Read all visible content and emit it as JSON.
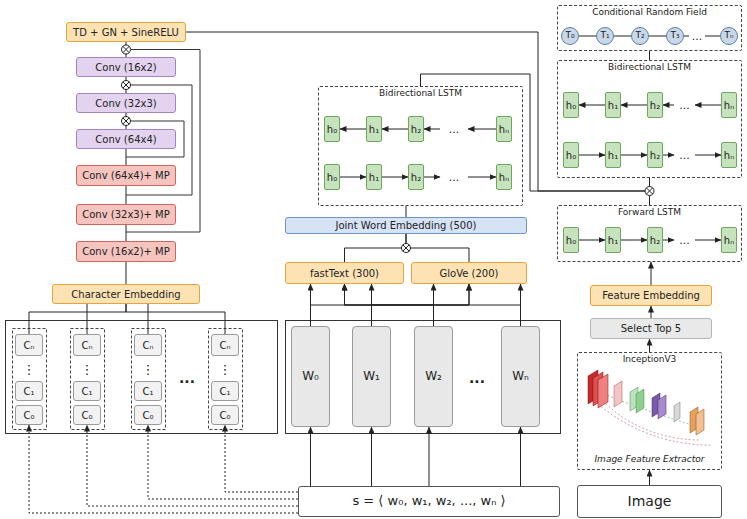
{
  "diagram": {
    "nodes": [
      {
        "text": [
          "TD + GN + SineRELU"
        ]
      },
      {
        "text": [
          "Conv (16x2)"
        ]
      },
      {
        "text": [
          "Conv (32x3)"
        ]
      },
      {
        "text": [
          "Conv (64x4)"
        ]
      },
      {
        "text": [
          "Conv (64x4)+ MP"
        ]
      },
      {
        "text": [
          "Conv (32x3)+ MP"
        ]
      },
      {
        "text": [
          "Conv (16x2)+ MP"
        ]
      },
      {
        "text": [
          "Character Embedding"
        ]
      },
      {
        "text": [
          "Cₙ"
        ]
      },
      {
        "text": [
          "C₁"
        ]
      },
      {
        "text": [
          "C₀"
        ]
      },
      {
        "text": [
          "Cₙ"
        ]
      },
      {
        "text": [
          "C₁"
        ]
      },
      {
        "text": [
          "C₀"
        ]
      },
      {
        "text": [
          "Cₙ"
        ]
      },
      {
        "text": [
          "C₁"
        ]
      },
      {
        "text": [
          "C₀"
        ]
      },
      {
        "text": [
          "Cₙ"
        ]
      },
      {
        "text": [
          "C₁"
        ]
      },
      {
        "text": [
          "C₀"
        ]
      },
      {
        "text": [
          "Bidirectional LSTM"
        ]
      },
      {
        "text": [
          "h₀"
        ],
        "in": 20
      },
      {
        "text": [
          "h₁"
        ],
        "in": 20
      },
      {
        "text": [
          "h₂"
        ],
        "in": 20
      },
      {
        "text": [
          "hₙ"
        ],
        "in": 20
      },
      {
        "text": [
          "h₀"
        ],
        "in": 20
      },
      {
        "text": [
          "h₁"
        ],
        "in": 20
      },
      {
        "text": [
          "h₂"
        ],
        "in": 20
      },
      {
        "text": [
          "hₙ"
        ],
        "in": 20
      },
      {
        "text": [
          "Joint Word Embedding (500)"
        ]
      },
      {
        "text": [
          "fastText (300)"
        ]
      },
      {
        "text": [
          "GloVe (200)"
        ]
      },
      {
        "text": [
          "W₀"
        ]
      },
      {
        "text": [
          "W₁"
        ]
      },
      {
        "text": [
          "W₂"
        ]
      },
      {
        "text": [
          "Wₙ"
        ]
      },
      {
        "text": [
          "s = ⟨ w₀, w₁, w₂, ..., wₙ ⟩"
        ]
      },
      {
        "text": [
          "Conditional Random Field"
        ]
      },
      {
        "text": [
          "T₀"
        ],
        "in": 37
      },
      {
        "text": [
          "T₁"
        ],
        "in": 37
      },
      {
        "text": [
          "T₂"
        ],
        "in": 37
      },
      {
        "text": [
          "T₃"
        ],
        "in": 37
      },
      {
        "text": [
          "Tₙ"
        ],
        "in": 37
      },
      {
        "text": [
          "Bidirectional LSTM"
        ]
      },
      {
        "text": [
          "h₀"
        ],
        "in": 43
      },
      {
        "text": [
          "h₁"
        ],
        "in": 43
      },
      {
        "text": [
          "h₂"
        ],
        "in": 43
      },
      {
        "text": [
          "hₙ"
        ],
        "in": 43
      },
      {
        "text": [
          "h₀"
        ],
        "in": 43
      },
      {
        "text": [
          "h₁"
        ],
        "in": 43
      },
      {
        "text": [
          "h₂"
        ],
        "in": 43
      },
      {
        "text": [
          "hₙ"
        ],
        "in": 43
      },
      {
        "text": [
          "Forward LSTM"
        ]
      },
      {
        "text": [
          "h₀"
        ],
        "in": 52
      },
      {
        "text": [
          "h₁"
        ],
        "in": 52
      },
      {
        "text": [
          "h₂"
        ],
        "in": 52
      },
      {
        "text": [
          "hₙ"
        ],
        "in": 52
      },
      {
        "text": [
          "Feature Embedding"
        ]
      },
      {
        "text": [
          "Select Top 5"
        ]
      },
      {
        "text": [
          "InceptionV3",
          "Image Feature Extractor"
        ]
      },
      {
        "text": [
          "Image"
        ]
      }
    ],
    "edges": [
      {
        "from": 7,
        "to": 6,
        "arrow": "none"
      },
      {
        "from": 6,
        "to": 5,
        "arrow": "none"
      },
      {
        "from": 5,
        "to": 4,
        "arrow": "none"
      },
      {
        "from": 4,
        "to": 3,
        "arrow": "none"
      },
      {
        "from": 3,
        "to": 2,
        "arrow": "none"
      },
      {
        "from": 2,
        "to": 1,
        "arrow": "none"
      },
      {
        "from": 1,
        "to": 0,
        "arrow": "none"
      },
      {
        "from": 8,
        "to": 7,
        "arrow": "none"
      },
      {
        "from": 11,
        "to": 7,
        "arrow": "none"
      },
      {
        "from": 14,
        "to": 7,
        "arrow": "none"
      },
      {
        "from": 17,
        "to": 7,
        "arrow": "none"
      },
      {
        "from": 36,
        "to": 10,
        "arrow": "to"
      },
      {
        "from": 36,
        "to": 13,
        "arrow": "to"
      },
      {
        "from": 36,
        "to": 16,
        "arrow": "to"
      },
      {
        "from": 36,
        "to": 19,
        "arrow": "to"
      },
      {
        "from": 36,
        "to": 32,
        "arrow": "to"
      },
      {
        "from": 36,
        "to": 33,
        "arrow": "to"
      },
      {
        "from": 36,
        "to": 34,
        "arrow": "to"
      },
      {
        "from": 36,
        "to": 35,
        "arrow": "to"
      },
      {
        "from": 32,
        "to": 30,
        "arrow": "to"
      },
      {
        "from": 32,
        "to": 31,
        "arrow": "to"
      },
      {
        "from": 33,
        "to": 30,
        "arrow": "to"
      },
      {
        "from": 33,
        "to": 31,
        "arrow": "to"
      },
      {
        "from": 34,
        "to": 30,
        "arrow": "to"
      },
      {
        "from": 34,
        "to": 31,
        "arrow": "to"
      },
      {
        "from": 35,
        "to": 30,
        "arrow": "to"
      },
      {
        "from": 35,
        "to": 31,
        "arrow": "to"
      },
      {
        "from": 30,
        "to": 29,
        "arrow": "none"
      },
      {
        "from": 31,
        "to": 29,
        "arrow": "none"
      },
      {
        "from": 29,
        "to": 20,
        "arrow": "none"
      },
      {
        "from": 0,
        "to": 43,
        "arrow": "none"
      },
      {
        "from": 20,
        "to": 43,
        "arrow": "none"
      },
      {
        "from": 52,
        "to": 43,
        "arrow": "none"
      },
      {
        "from": 43,
        "to": 37,
        "arrow": "none"
      },
      {
        "from": 60,
        "to": 59,
        "arrow": "to"
      },
      {
        "from": 59,
        "to": 58,
        "arrow": "to"
      },
      {
        "from": 58,
        "to": 57,
        "arrow": "to"
      },
      {
        "from": 57,
        "to": 52,
        "arrow": "to"
      },
      {
        "from": 22,
        "to": 21,
        "arrow": "to"
      },
      {
        "from": 23,
        "to": 22,
        "arrow": "to"
      },
      {
        "from": 25,
        "to": 26,
        "arrow": "to"
      },
      {
        "from": 26,
        "to": 27,
        "arrow": "to"
      },
      {
        "from": 45,
        "to": 44,
        "arrow": "to"
      },
      {
        "from": 46,
        "to": 45,
        "arrow": "to"
      },
      {
        "from": 48,
        "to": 49,
        "arrow": "to"
      },
      {
        "from": 49,
        "to": 50,
        "arrow": "to"
      },
      {
        "from": 53,
        "to": 54,
        "arrow": "to"
      },
      {
        "from": 54,
        "to": 55,
        "arrow": "to"
      },
      {
        "from": 38,
        "to": 39,
        "arrow": "none"
      },
      {
        "from": 39,
        "to": 40,
        "arrow": "none"
      },
      {
        "from": 40,
        "to": 41,
        "arrow": "none"
      }
    ],
    "labels": [
      "⋮",
      "⋮",
      "⋮",
      "⋮",
      "...",
      "...",
      "...",
      "...",
      "...",
      "...",
      "...",
      "..."
    ]
  }
}
